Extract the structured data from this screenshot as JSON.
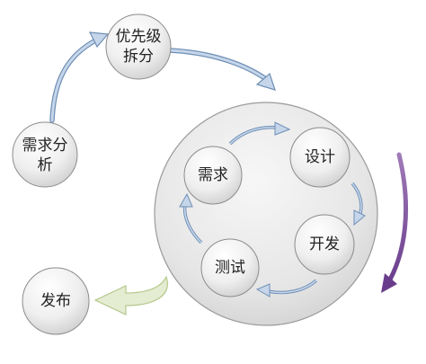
{
  "nodes": {
    "requirement_analysis": {
      "line1": "需求分",
      "line2": "析"
    },
    "priority_split": {
      "line1": "优先级",
      "line2": "拆分"
    },
    "release": {
      "label": "发布"
    },
    "cycle": {
      "requirement": "需求",
      "design": "设计",
      "development": "开发",
      "testing": "测试"
    }
  },
  "colors": {
    "node_fill_light": "#fbfbfb",
    "node_fill_dark": "#d9d9d9",
    "node_stroke": "#8c8c8c",
    "flow_arrow": "#9bb3cf",
    "flow_arrow_stroke": "#6f8fb5",
    "iteration_arrow": "#7a4b9a",
    "release_arrow": "#e4ecd2",
    "release_arrow_stroke": "#b5c78a"
  }
}
